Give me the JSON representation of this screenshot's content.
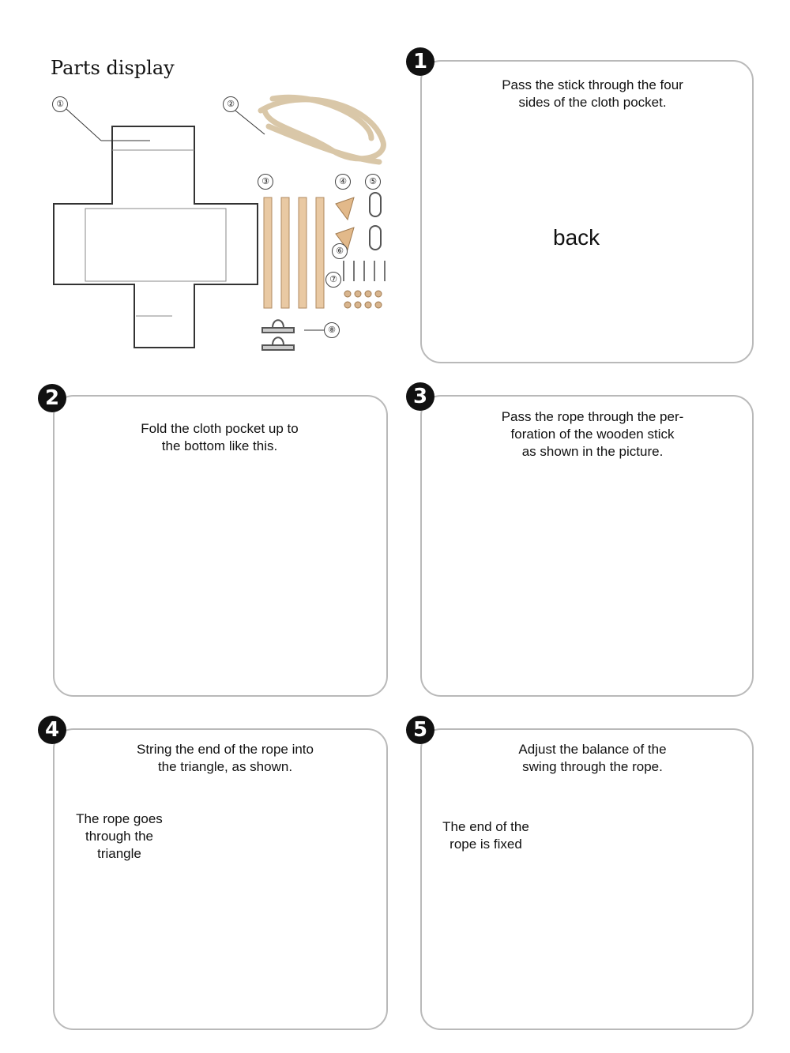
{
  "parts": {
    "title": "Parts display",
    "labels": [
      "①",
      "②",
      "③",
      "④",
      "⑤",
      "⑥",
      "⑦",
      "⑧"
    ]
  },
  "steps": [
    {
      "badge": "1",
      "caption": "Pass the stick through the four\nsides of the cloth pocket.",
      "label": "back"
    },
    {
      "badge": "2",
      "caption": "Fold the cloth pocket up to\nthe bottom like this."
    },
    {
      "badge": "3",
      "caption": "Pass the rope through the per-\nforation of the wooden stick\nas shown in the picture."
    },
    {
      "badge": "4",
      "caption": "String the end of the rope into\nthe triangle, as shown.",
      "note": "The rope goes\nthrough the\ntriangle"
    },
    {
      "badge": "5",
      "caption": "Adjust the balance of the\nswing through the rope.",
      "note": "The end of the\nrope is fixed"
    }
  ],
  "colors": {
    "arrow": "#e11d1d",
    "wood": "#e9c9a3",
    "line": "#333333",
    "border": "#b9b9b9"
  }
}
